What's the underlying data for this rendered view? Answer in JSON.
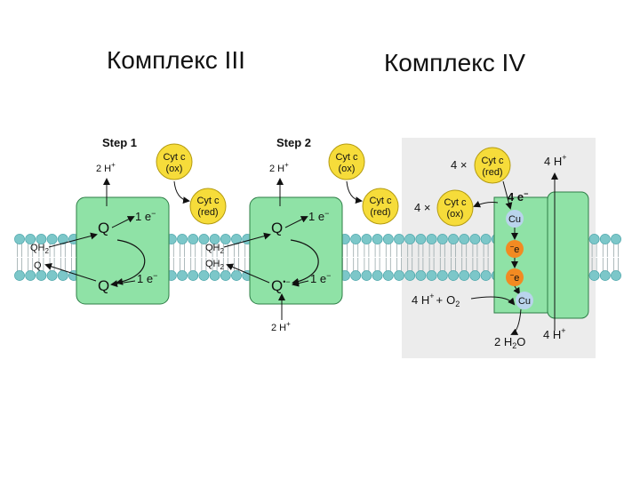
{
  "titles": {
    "complex3": "Комплекс III",
    "complex4": "Комплекс IV"
  },
  "colors": {
    "membrane_head": "#7cc7c9",
    "membrane_head_stroke": "#3f9ea3",
    "complex_fill": "#8fe2a6",
    "complex_stroke": "#2d7d46",
    "cyt_fill": "#f6dc3a",
    "cyt_stroke": "#b49b10",
    "electron": "#f28a22",
    "copper": "#b9d4ec",
    "panel_bg": "#ececec"
  },
  "step1": {
    "label": "Step 1",
    "protons_out": "2 H",
    "proton_sup": "+",
    "cyt_ox": [
      "Cyt c",
      "(ox)"
    ],
    "cyt_red": [
      "Cyt c",
      "(red)"
    ],
    "q_top": "Q",
    "q_bottom": "Q",
    "e_top": "1 e",
    "e_bottom": "1 e",
    "minus": "−",
    "qh2_in": "QH",
    "q_out": "Q",
    "sub2": "2"
  },
  "step2": {
    "label": "Step 2",
    "protons_out": "2 H",
    "proton_sup": "+",
    "cyt_ox": [
      "Cyt c",
      "(ox)"
    ],
    "cyt_red": [
      "Cyt c",
      "(red)"
    ],
    "q_top": "Q",
    "q_bottom": "Q",
    "q_bottom_sup": "•−",
    "e_top": "1 e",
    "e_bottom": "1 e",
    "minus": "−",
    "qh2_in": "QH",
    "qh2_out": "QH",
    "sub2": "2",
    "protons_in": "2 H",
    "proton_in_sup": "+"
  },
  "complex4": {
    "cyt_red_count": "4 ×",
    "cyt_red": [
      "Cyt c",
      "(red)"
    ],
    "cyt_ox_count": "4 ×",
    "cyt_ox": [
      "Cyt c",
      "(ox)"
    ],
    "electrons": "4 e",
    "electron_sup": "−",
    "cu_top": "Cu",
    "cu_bottom": "Cu",
    "heme_e": "e",
    "heme_minus": "−",
    "protons_out": "4 H",
    "proton_sup": "+",
    "protons_in": "4 H",
    "protons_in_sup": "+",
    "oxygen": "O",
    "oxygen_sub": "2",
    "plus": "+",
    "water": "2 H",
    "water_sub": "2",
    "water_o": "O",
    "protons_pumped": "4 H",
    "protons_pumped_sup": "+"
  }
}
